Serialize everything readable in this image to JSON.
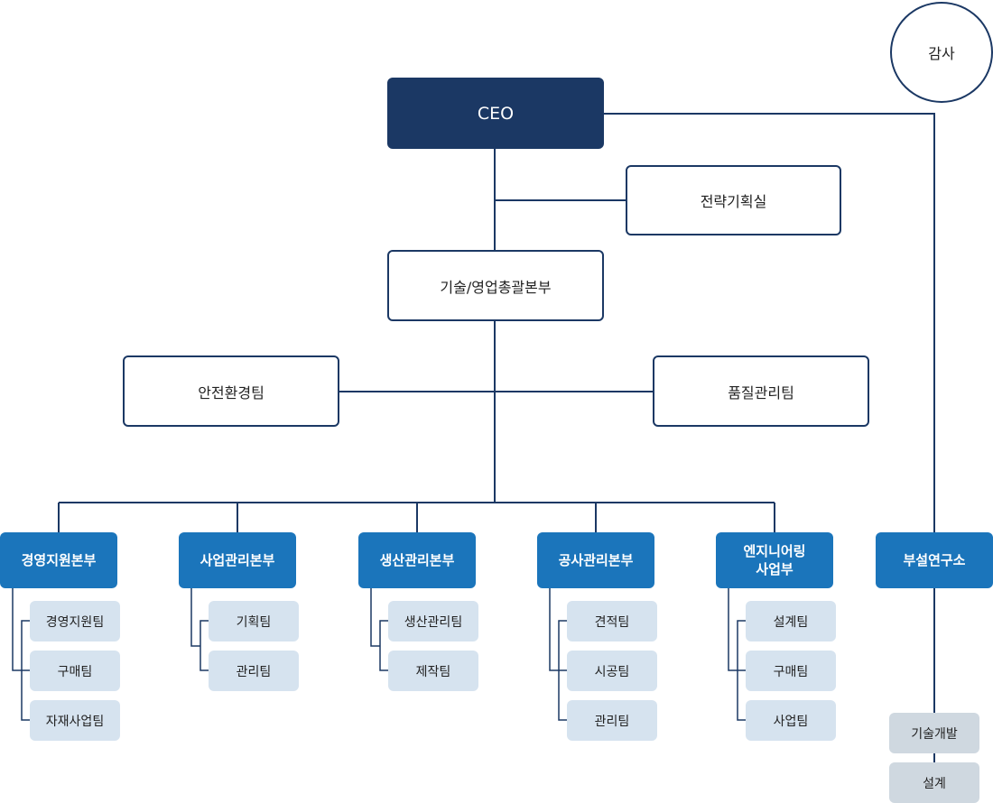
{
  "audit": "감사",
  "ceo": "CEO",
  "strategy_office": "전략기획실",
  "tech_sales_hq": "기술/영업총괄본부",
  "safety_team": "안전환경팀",
  "quality_team": "품질관리팀",
  "divisions": [
    {
      "name": "경영지원본부",
      "teams": [
        "경영지원팀",
        "구매팀",
        "자재사업팀"
      ]
    },
    {
      "name": "사업관리본부",
      "teams": [
        "기획팀",
        "관리팀"
      ]
    },
    {
      "name": "생산관리본부",
      "teams": [
        "생산관리팀",
        "제작팀"
      ]
    },
    {
      "name": "공사관리본부",
      "teams": [
        "견적팀",
        "시공팀",
        "관리팀"
      ]
    },
    {
      "name": "엔지니어링\n사업부",
      "teams": [
        "설계팀",
        "구매팀",
        "사업팀"
      ]
    }
  ],
  "research": {
    "name": "부설연구소",
    "teams": [
      "기술개발",
      "설계"
    ]
  },
  "colors": {
    "navy": "#1b3864",
    "blue": "#1b75bb",
    "team_bg": "#d6e3ef",
    "rnd_bg": "#cfd8e0"
  }
}
